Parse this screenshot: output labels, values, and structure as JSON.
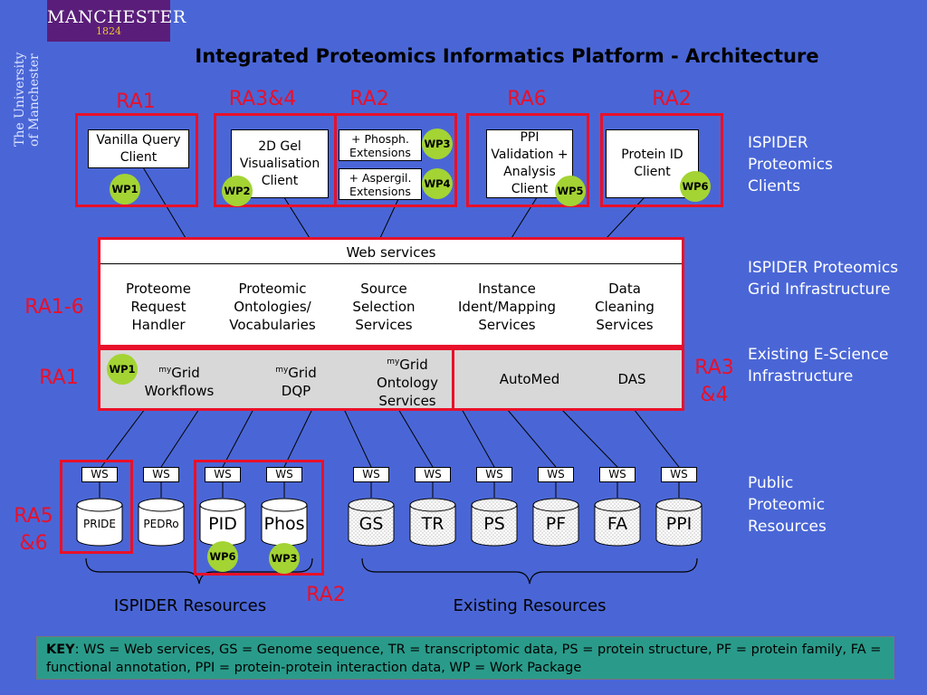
{
  "logo": {
    "line1": "MANCHESTER",
    "line2": "1824"
  },
  "university": {
    "line1": "The University",
    "line2": "of Manchester"
  },
  "title": "Integrated Proteomics Informatics Platform - Architecture",
  "ra_labels": {
    "ra1_top": "RA1",
    "ra34_top": "RA3&4",
    "ra2_top": "RA2",
    "ra6_top": "RA6",
    "ra2_top_right": "RA2",
    "ra16": "RA1-6",
    "ra1_mid": "RA1",
    "ra34_mid": "RA3&4",
    "ra56": "RA5&6",
    "ra2_bottom": "RA2"
  },
  "clients": {
    "vanilla": "Vanilla Query Client",
    "gel": "2D Gel Visualisation Client",
    "phosph": "+ Phosph. Extensions",
    "aspergil": "+ Aspergil. Extensions",
    "ppi": "PPI Validation + Analysis Client",
    "protein_id": "Protein ID Client"
  },
  "work_packages": {
    "wp1_a": "WP1",
    "wp2": "WP2",
    "wp3_a": "WP3",
    "wp4": "WP4",
    "wp5": "WP5",
    "wp6_a": "WP6",
    "wp1_b": "WP1",
    "wp6_b": "WP6",
    "wp3_b": "WP3"
  },
  "grid": {
    "header": "Web services",
    "services": [
      "Proteome Request Handler",
      "Proteomic Ontologies/ Vocabularies",
      "Source Selection Services",
      "Instance Ident/Mapping Services",
      "Data Cleaning Services"
    ]
  },
  "escience": {
    "my_prefix": "my",
    "workflows_a": "Grid",
    "workflows_b": "Workflows",
    "dqp_a": "Grid",
    "dqp_b": "DQP",
    "ontology_a": "Grid",
    "ontology_b": "Ontology",
    "ontology_c": "Services",
    "automed": "AutoMed",
    "das": "DAS"
  },
  "side_labels": {
    "clients": "ISPIDER Proteomics Clients",
    "grid": "ISPIDER Proteomics Grid Infrastructure",
    "escience": "Existing E-Science Infrastructure",
    "public": "Public Proteomic Resources"
  },
  "ws_label": "WS",
  "resources": [
    "PRIDE",
    "PEDRo",
    "PID",
    "Phos",
    "GS",
    "TR",
    "PS",
    "PF",
    "FA",
    "PPI"
  ],
  "group_labels": {
    "ispider": "ISPIDER Resources",
    "existing": "Existing Resources"
  },
  "key": {
    "label": "KEY",
    "text": ": WS = Web services, GS = Genome sequence, TR = transcriptomic data, PS = protein structure, PF = protein family, FA = functional annotation, PPI = protein-protein interaction data, WP = Work Package"
  }
}
